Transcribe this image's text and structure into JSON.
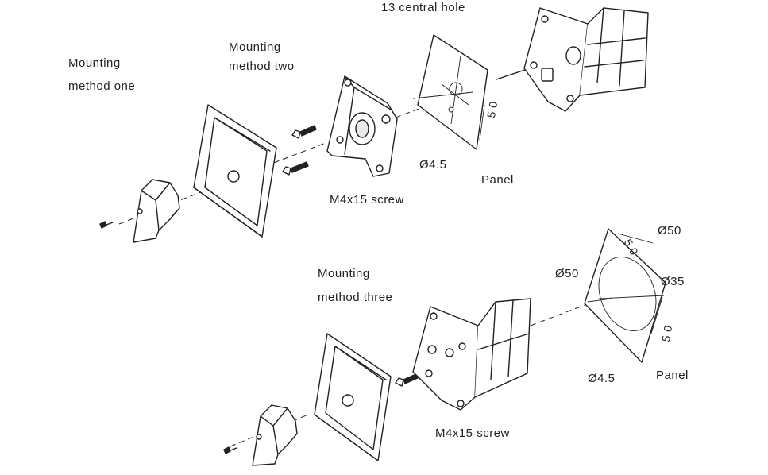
{
  "labels": {
    "central_hole": "13 central hole",
    "method_one_line1": "Mounting",
    "method_one_line2": "method one",
    "method_two_line1": "Mounting",
    "method_two_line2": "method two",
    "method_three_line1": "Mounting",
    "method_three_line2": "method three",
    "screw_top": "M4x15 screw",
    "screw_bottom": "M4x15 screw",
    "panel_top": "Panel",
    "panel_bottom": "Panel",
    "hole_top": "Ø4.5",
    "hole_bottom": "Ø4.5",
    "dim50_top": "5 0",
    "dia50_label": "Ø50",
    "dia50_cutout": "Ø50",
    "dia35": "Ø35",
    "dim50_a": "5 0",
    "dim50_b": "5 0"
  },
  "icons": [
    "knob-icon",
    "front-plate-icon",
    "screw-icon",
    "mounting-flange-icon",
    "panel-icon",
    "switch-body-icon"
  ]
}
